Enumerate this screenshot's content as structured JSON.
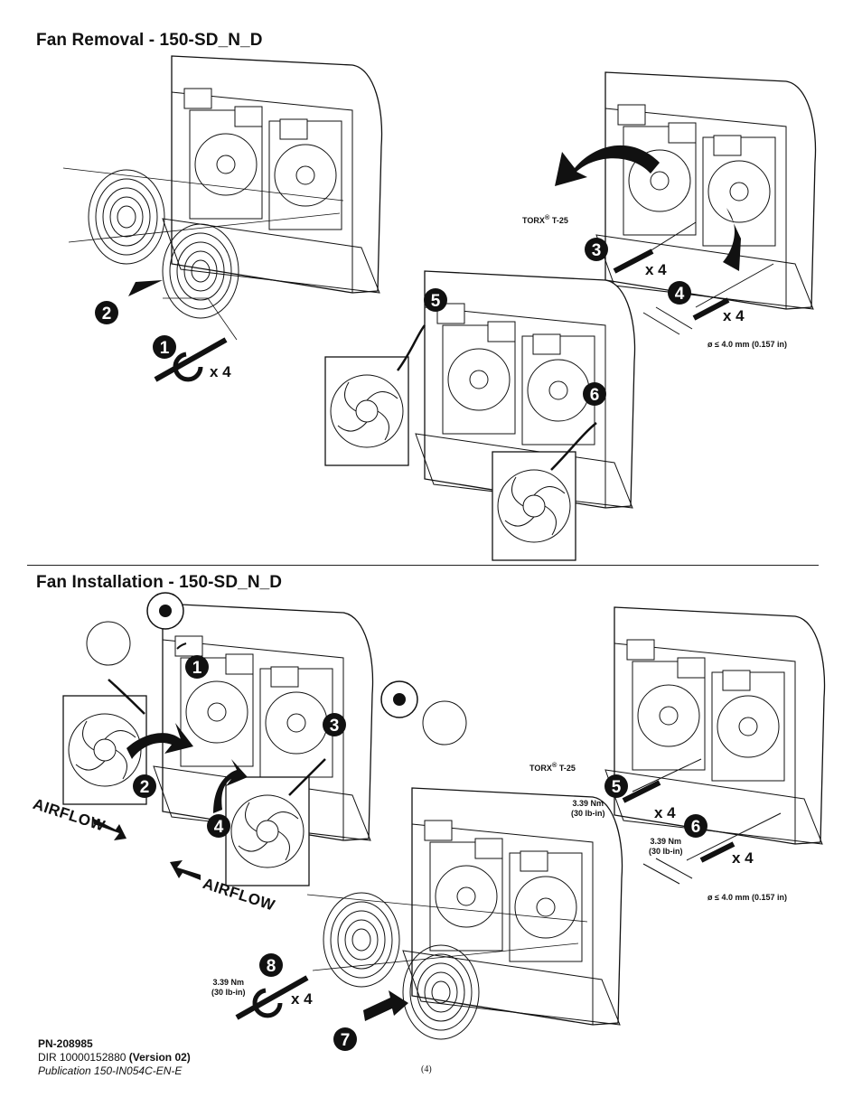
{
  "sections": {
    "removal_title": "Fan Removal - 150-SD_N_D",
    "installation_title": "Fan Installation - 150-SD_N_D"
  },
  "labels": {
    "torx": "TORX",
    "reg": "®",
    "t25": "T-25",
    "x4": "x 4",
    "diameter": "ø ≤ 4.0 mm (0.157 in)",
    "torque_line1": "3.39 Nm",
    "torque_line2": "(30 lb-in)",
    "airflow": "AIRFLOW"
  },
  "steps": {
    "removal": [
      "1",
      "2",
      "3",
      "4",
      "5",
      "6"
    ],
    "installation": [
      "1",
      "2",
      "3",
      "4",
      "5",
      "6",
      "7",
      "8"
    ]
  },
  "footer": {
    "pn": "PN-208985",
    "dir": "DIR 10000152880",
    "version": "(Version 02)",
    "publication": "Publication 150-IN054C-EN-E",
    "page": "(4)"
  }
}
